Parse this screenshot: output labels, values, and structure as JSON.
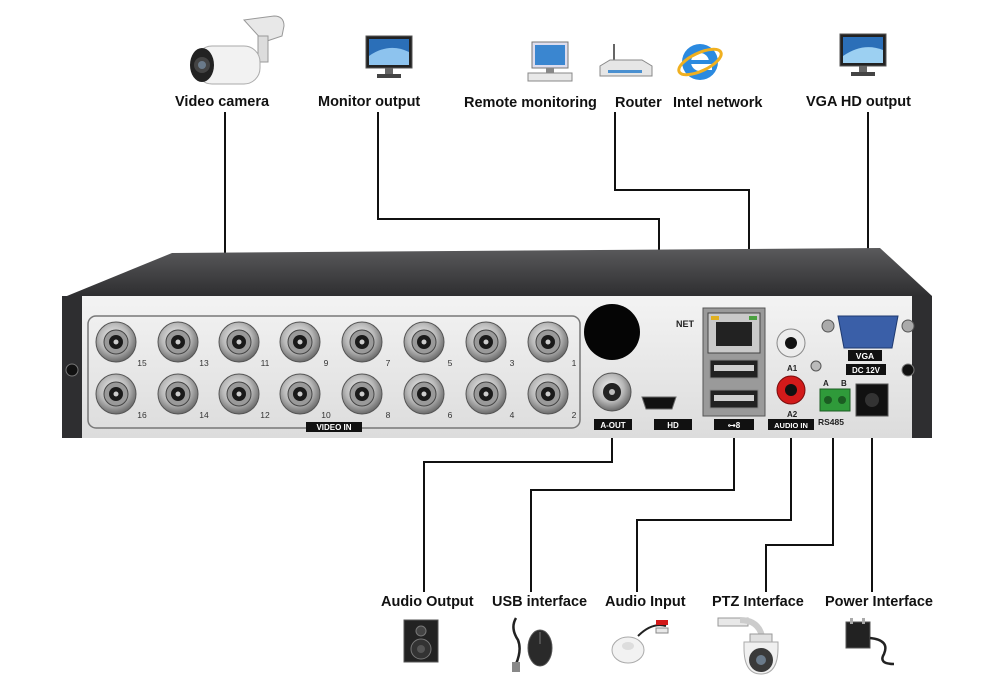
{
  "top_labels": {
    "video_camera": "Video camera",
    "monitor_output": "Monitor output",
    "remote_monitoring": "Remote monitoring",
    "router": "Router",
    "intel_network": "Intel network",
    "vga_hd_output": "VGA HD output"
  },
  "bottom_labels": {
    "audio_output": "Audio Output",
    "usb_interface": "USB interface",
    "audio_input": "Audio Input",
    "ptz_interface": "PTZ Interface",
    "power_interface": "Power Interface"
  },
  "panel": {
    "net": "NET",
    "vga": "VGA",
    "dc": "DC 12V",
    "a1": "A1",
    "a2": "A2",
    "rs485_a": "A",
    "rs485_b": "B",
    "rs485": "RS485",
    "video_in": "VIDEO IN",
    "a_out": "A-OUT",
    "hd": "HD",
    "usb": "⊶8",
    "audio_in": "AUDIO IN",
    "channel_top": [
      "15",
      "13",
      "11",
      "9",
      "7",
      "5",
      "3",
      "1"
    ],
    "channel_bottom": [
      "16",
      "14",
      "12",
      "10",
      "8",
      "6",
      "4",
      "2"
    ]
  },
  "icons": {
    "top": [
      "bullet-camera-icon",
      "monitor-icon",
      "desktop-computer-icon",
      "router-icon",
      "internet-explorer-icon",
      "vga-monitor-icon"
    ],
    "bottom": [
      "speaker-icon",
      "usb-mouse-icon",
      "microphone-icon",
      "ptz-dome-camera-icon",
      "power-adapter-icon"
    ]
  },
  "colors": {
    "panel_face": "#e8e8e8",
    "chassis": "#3a3a3c",
    "wire": "#111111",
    "rca_red": "#d21a1a",
    "terminal_green": "#2f9a3a",
    "vga_blue": "#3a5fa8"
  }
}
